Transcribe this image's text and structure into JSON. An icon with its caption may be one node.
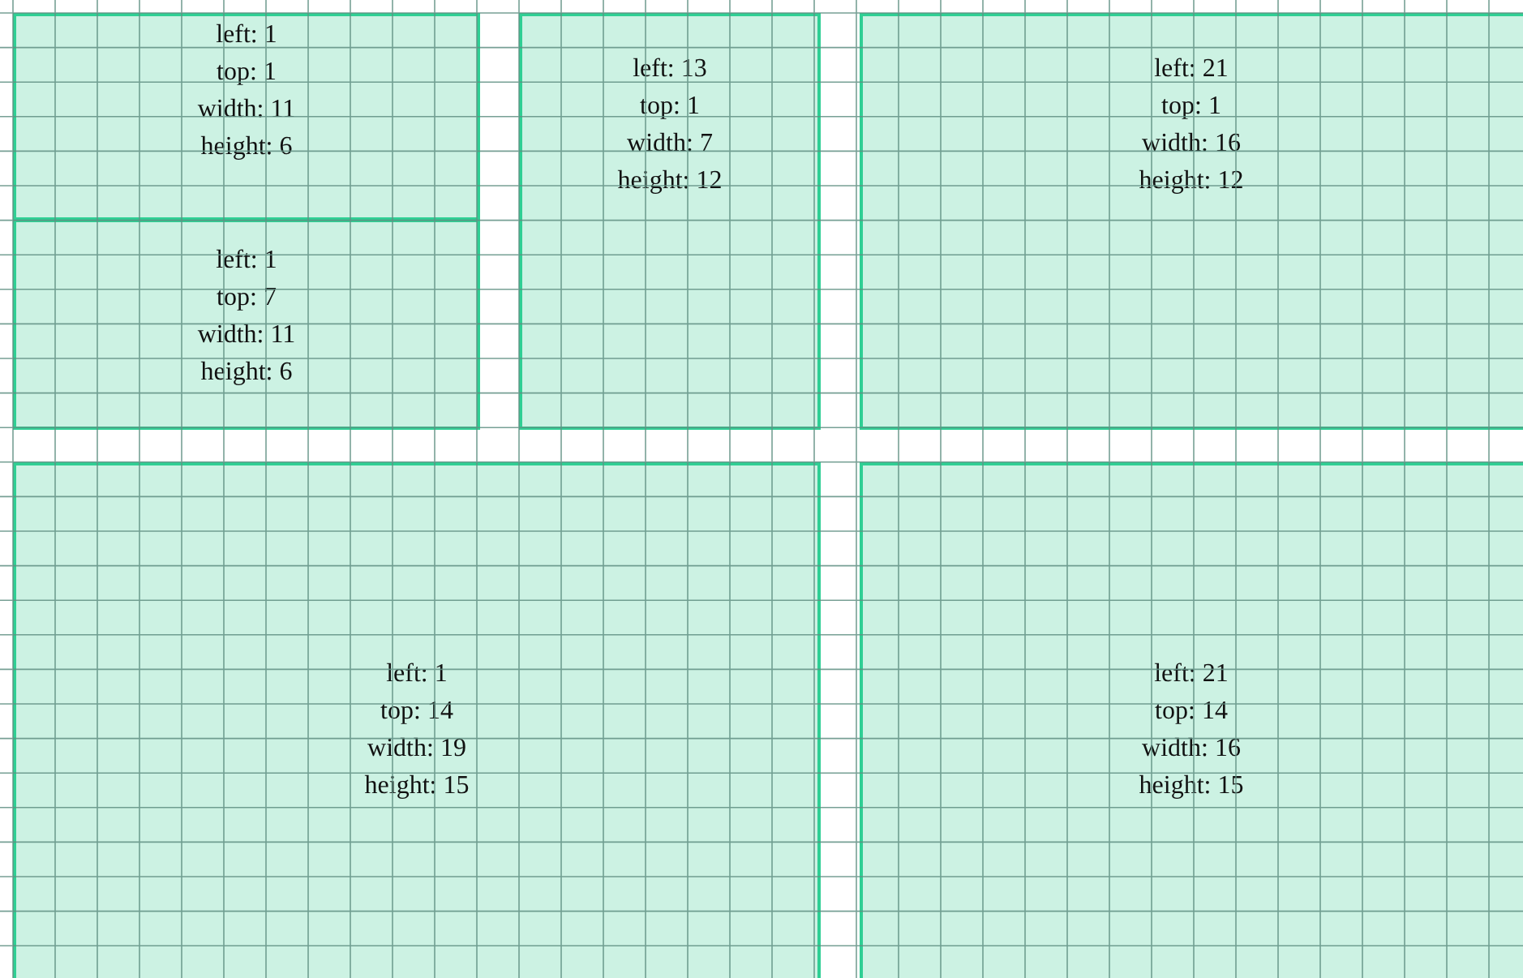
{
  "diagram": {
    "nodes": [
      {
        "text": [
          "left: 1",
          "top: 1",
          "width: 11",
          "height: 6"
        ]
      },
      {
        "text": [
          "left: 1",
          "top: 7",
          "width: 11",
          "height: 6"
        ]
      },
      {
        "text": [
          "left: 13",
          "top: 1",
          "width: 7",
          "height: 12"
        ]
      },
      {
        "text": [
          "left: 21",
          "top: 1",
          "width: 16",
          "height: 12"
        ]
      },
      {
        "text": [
          "left: 1",
          "top: 14",
          "width: 19",
          "height: 15"
        ]
      },
      {
        "text": [
          "left: 21",
          "top: 14",
          "width: 16",
          "height: 15"
        ]
      }
    ]
  }
}
